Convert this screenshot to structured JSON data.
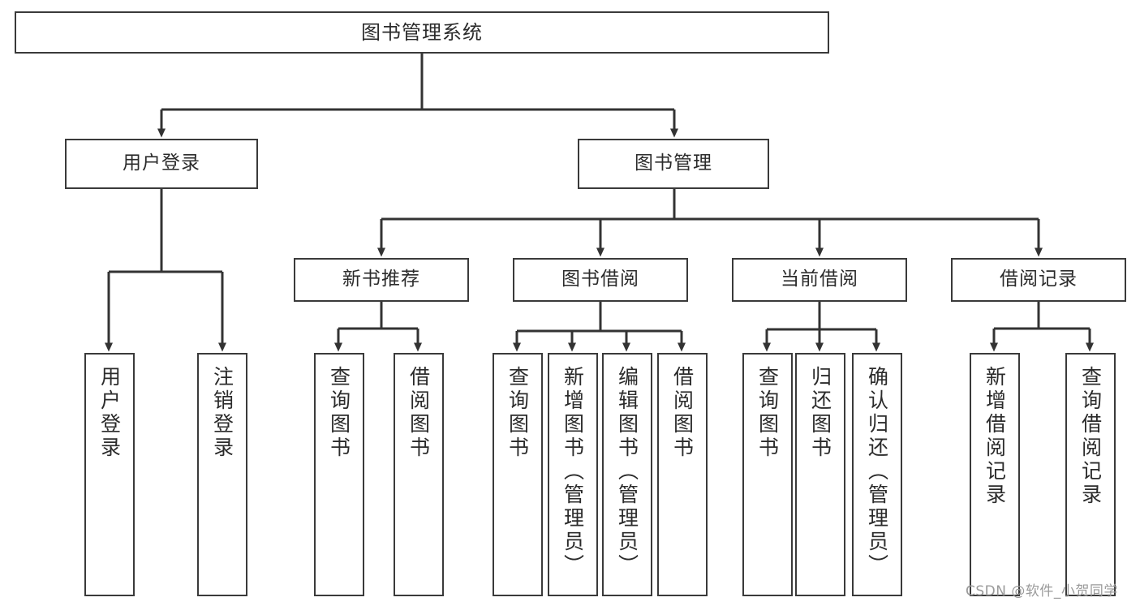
{
  "diagram": {
    "title": "图书管理系统",
    "type": "hierarchy-tree",
    "watermark": "CSDN @软件_小贺同学",
    "colors": {
      "box_border": "#3a3a3a",
      "box_fill": "#ffffff",
      "connector": "#333333",
      "text": "#2b2b2b",
      "watermark": "#9a9a9a"
    },
    "levels": [
      {
        "level": 1,
        "nodes": [
          {
            "id": "root",
            "label": "图书管理系统",
            "orientation": "horizontal"
          }
        ]
      },
      {
        "level": 2,
        "nodes": [
          {
            "id": "user-login",
            "label": "用户登录",
            "orientation": "horizontal",
            "parent": "root"
          },
          {
            "id": "book-manage",
            "label": "图书管理",
            "orientation": "horizontal",
            "parent": "root"
          }
        ]
      },
      {
        "level": 3,
        "nodes": [
          {
            "id": "new-book-rec",
            "label": "新书推荐",
            "orientation": "horizontal",
            "parent": "book-manage"
          },
          {
            "id": "book-borrow",
            "label": "图书借阅",
            "orientation": "horizontal",
            "parent": "book-manage"
          },
          {
            "id": "current-borrow",
            "label": "当前借阅",
            "orientation": "horizontal",
            "parent": "book-manage"
          },
          {
            "id": "borrow-record",
            "label": "借阅记录",
            "orientation": "horizontal",
            "parent": "book-manage"
          }
        ]
      },
      {
        "level": 4,
        "nodes": [
          {
            "id": "leaf-user-login",
            "label": "用户登录",
            "orientation": "vertical",
            "parent": "user-login"
          },
          {
            "id": "leaf-logout",
            "label": "注销登录",
            "orientation": "vertical",
            "parent": "user-login"
          },
          {
            "id": "leaf-query-book-1",
            "label": "查询图书",
            "orientation": "vertical",
            "parent": "new-book-rec"
          },
          {
            "id": "leaf-borrow-book-1",
            "label": "借阅图书",
            "orientation": "vertical",
            "parent": "new-book-rec"
          },
          {
            "id": "leaf-query-book-2",
            "label": "查询图书",
            "orientation": "vertical",
            "parent": "book-borrow"
          },
          {
            "id": "leaf-add-book",
            "label": "新增图书（管理员）",
            "orientation": "vertical",
            "parent": "book-borrow"
          },
          {
            "id": "leaf-edit-book",
            "label": "编辑图书（管理员）",
            "orientation": "vertical",
            "parent": "book-borrow"
          },
          {
            "id": "leaf-borrow-book-2",
            "label": "借阅图书",
            "orientation": "vertical",
            "parent": "book-borrow"
          },
          {
            "id": "leaf-query-book-3",
            "label": "查询图书",
            "orientation": "vertical",
            "parent": "current-borrow"
          },
          {
            "id": "leaf-return-book",
            "label": "归还图书",
            "orientation": "vertical",
            "parent": "current-borrow"
          },
          {
            "id": "leaf-confirm-return",
            "label": "确认归还（管理员）",
            "orientation": "vertical",
            "parent": "current-borrow"
          },
          {
            "id": "leaf-add-record",
            "label": "新增借阅记录",
            "orientation": "vertical",
            "parent": "borrow-record"
          },
          {
            "id": "leaf-query-record",
            "label": "查询借阅记录",
            "orientation": "vertical",
            "parent": "borrow-record"
          }
        ]
      }
    ]
  }
}
